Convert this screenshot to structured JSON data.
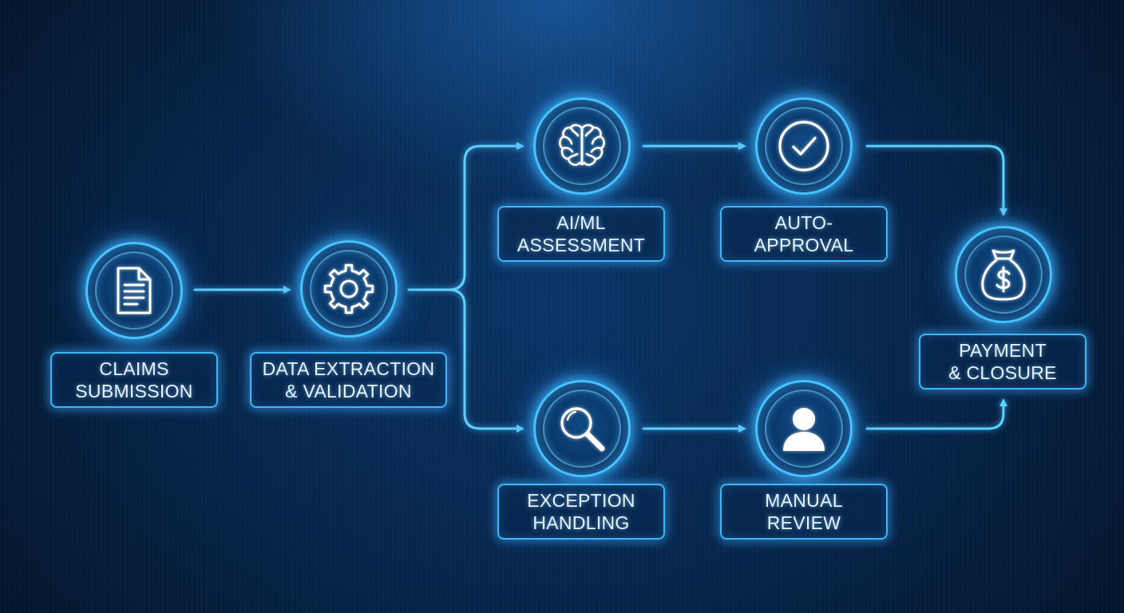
{
  "accent_color": "#47c3ff",
  "background_color": "#072448",
  "steps": [
    {
      "id": "claims-submission",
      "icon": "document-icon",
      "line1": "CLAIMS",
      "line2": "SUBMISSION"
    },
    {
      "id": "data-extraction",
      "icon": "gear-icon",
      "line1": "DATA EXTRACTION",
      "line2": "& VALIDATION"
    },
    {
      "id": "ai-ml-assessment",
      "icon": "brain-icon",
      "line1": "AI/ML",
      "line2": "ASSESSMENT"
    },
    {
      "id": "auto-approval",
      "icon": "checkmark-circle-icon",
      "line1": "AUTO-",
      "line2": "APPROVAL"
    },
    {
      "id": "exception-handling",
      "icon": "magnifier-icon",
      "line1": "EXCEPTION",
      "line2": "HANDLING"
    },
    {
      "id": "manual-review",
      "icon": "user-icon",
      "line1": "MANUAL",
      "line2": "REVIEW"
    },
    {
      "id": "payment-closure",
      "icon": "money-bag-icon",
      "line1": "PAYMENT",
      "line2": "& CLOSURE"
    }
  ],
  "connections": [
    {
      "from": "claims-submission",
      "to": "data-extraction"
    },
    {
      "from": "data-extraction",
      "to": "ai-ml-assessment"
    },
    {
      "from": "data-extraction",
      "to": "exception-handling"
    },
    {
      "from": "ai-ml-assessment",
      "to": "auto-approval"
    },
    {
      "from": "auto-approval",
      "to": "payment-closure"
    },
    {
      "from": "exception-handling",
      "to": "manual-review"
    },
    {
      "from": "manual-review",
      "to": "payment-closure"
    }
  ]
}
